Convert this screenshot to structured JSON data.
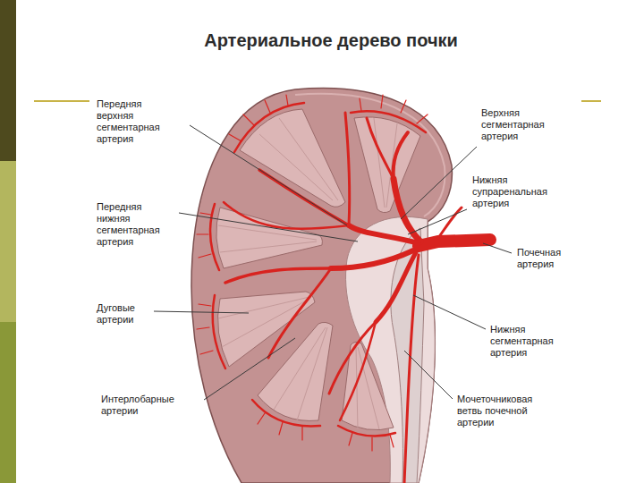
{
  "diagram": {
    "title": "Артериальное дерево почки",
    "labels": [
      "Передняя верхняя сегментарная артерия",
      "Верхняя сегментарная артерия",
      "Передняя нижняя сегментарная артерия",
      "Нижняя супраренальная артерия",
      "Почечная артерия",
      "Дуговые артерии",
      "Нижняя сегментарная артерия",
      "Интерлобарные артерии",
      "Мочеточниковая ветвь почечной артерии"
    ]
  }
}
